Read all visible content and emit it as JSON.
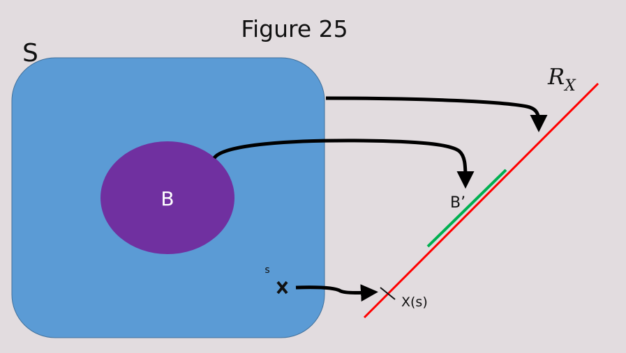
{
  "figure": {
    "title": "Figure 25",
    "sample_space_label": "S",
    "event_label": "B",
    "image_label": "B’",
    "outcome_label": "s",
    "outcome_marker": "✕",
    "mapped_value_label": "X(s)",
    "range_label": "R",
    "range_subscript": "X"
  },
  "colors": {
    "background": "#e2dcdf",
    "sample_space_fill": "#5b9bd5",
    "sample_space_stroke": "#41719c",
    "event_fill": "#7030a0",
    "range_line": "#ff0000",
    "image_segment": "#00b050",
    "arrows": "#000000"
  }
}
